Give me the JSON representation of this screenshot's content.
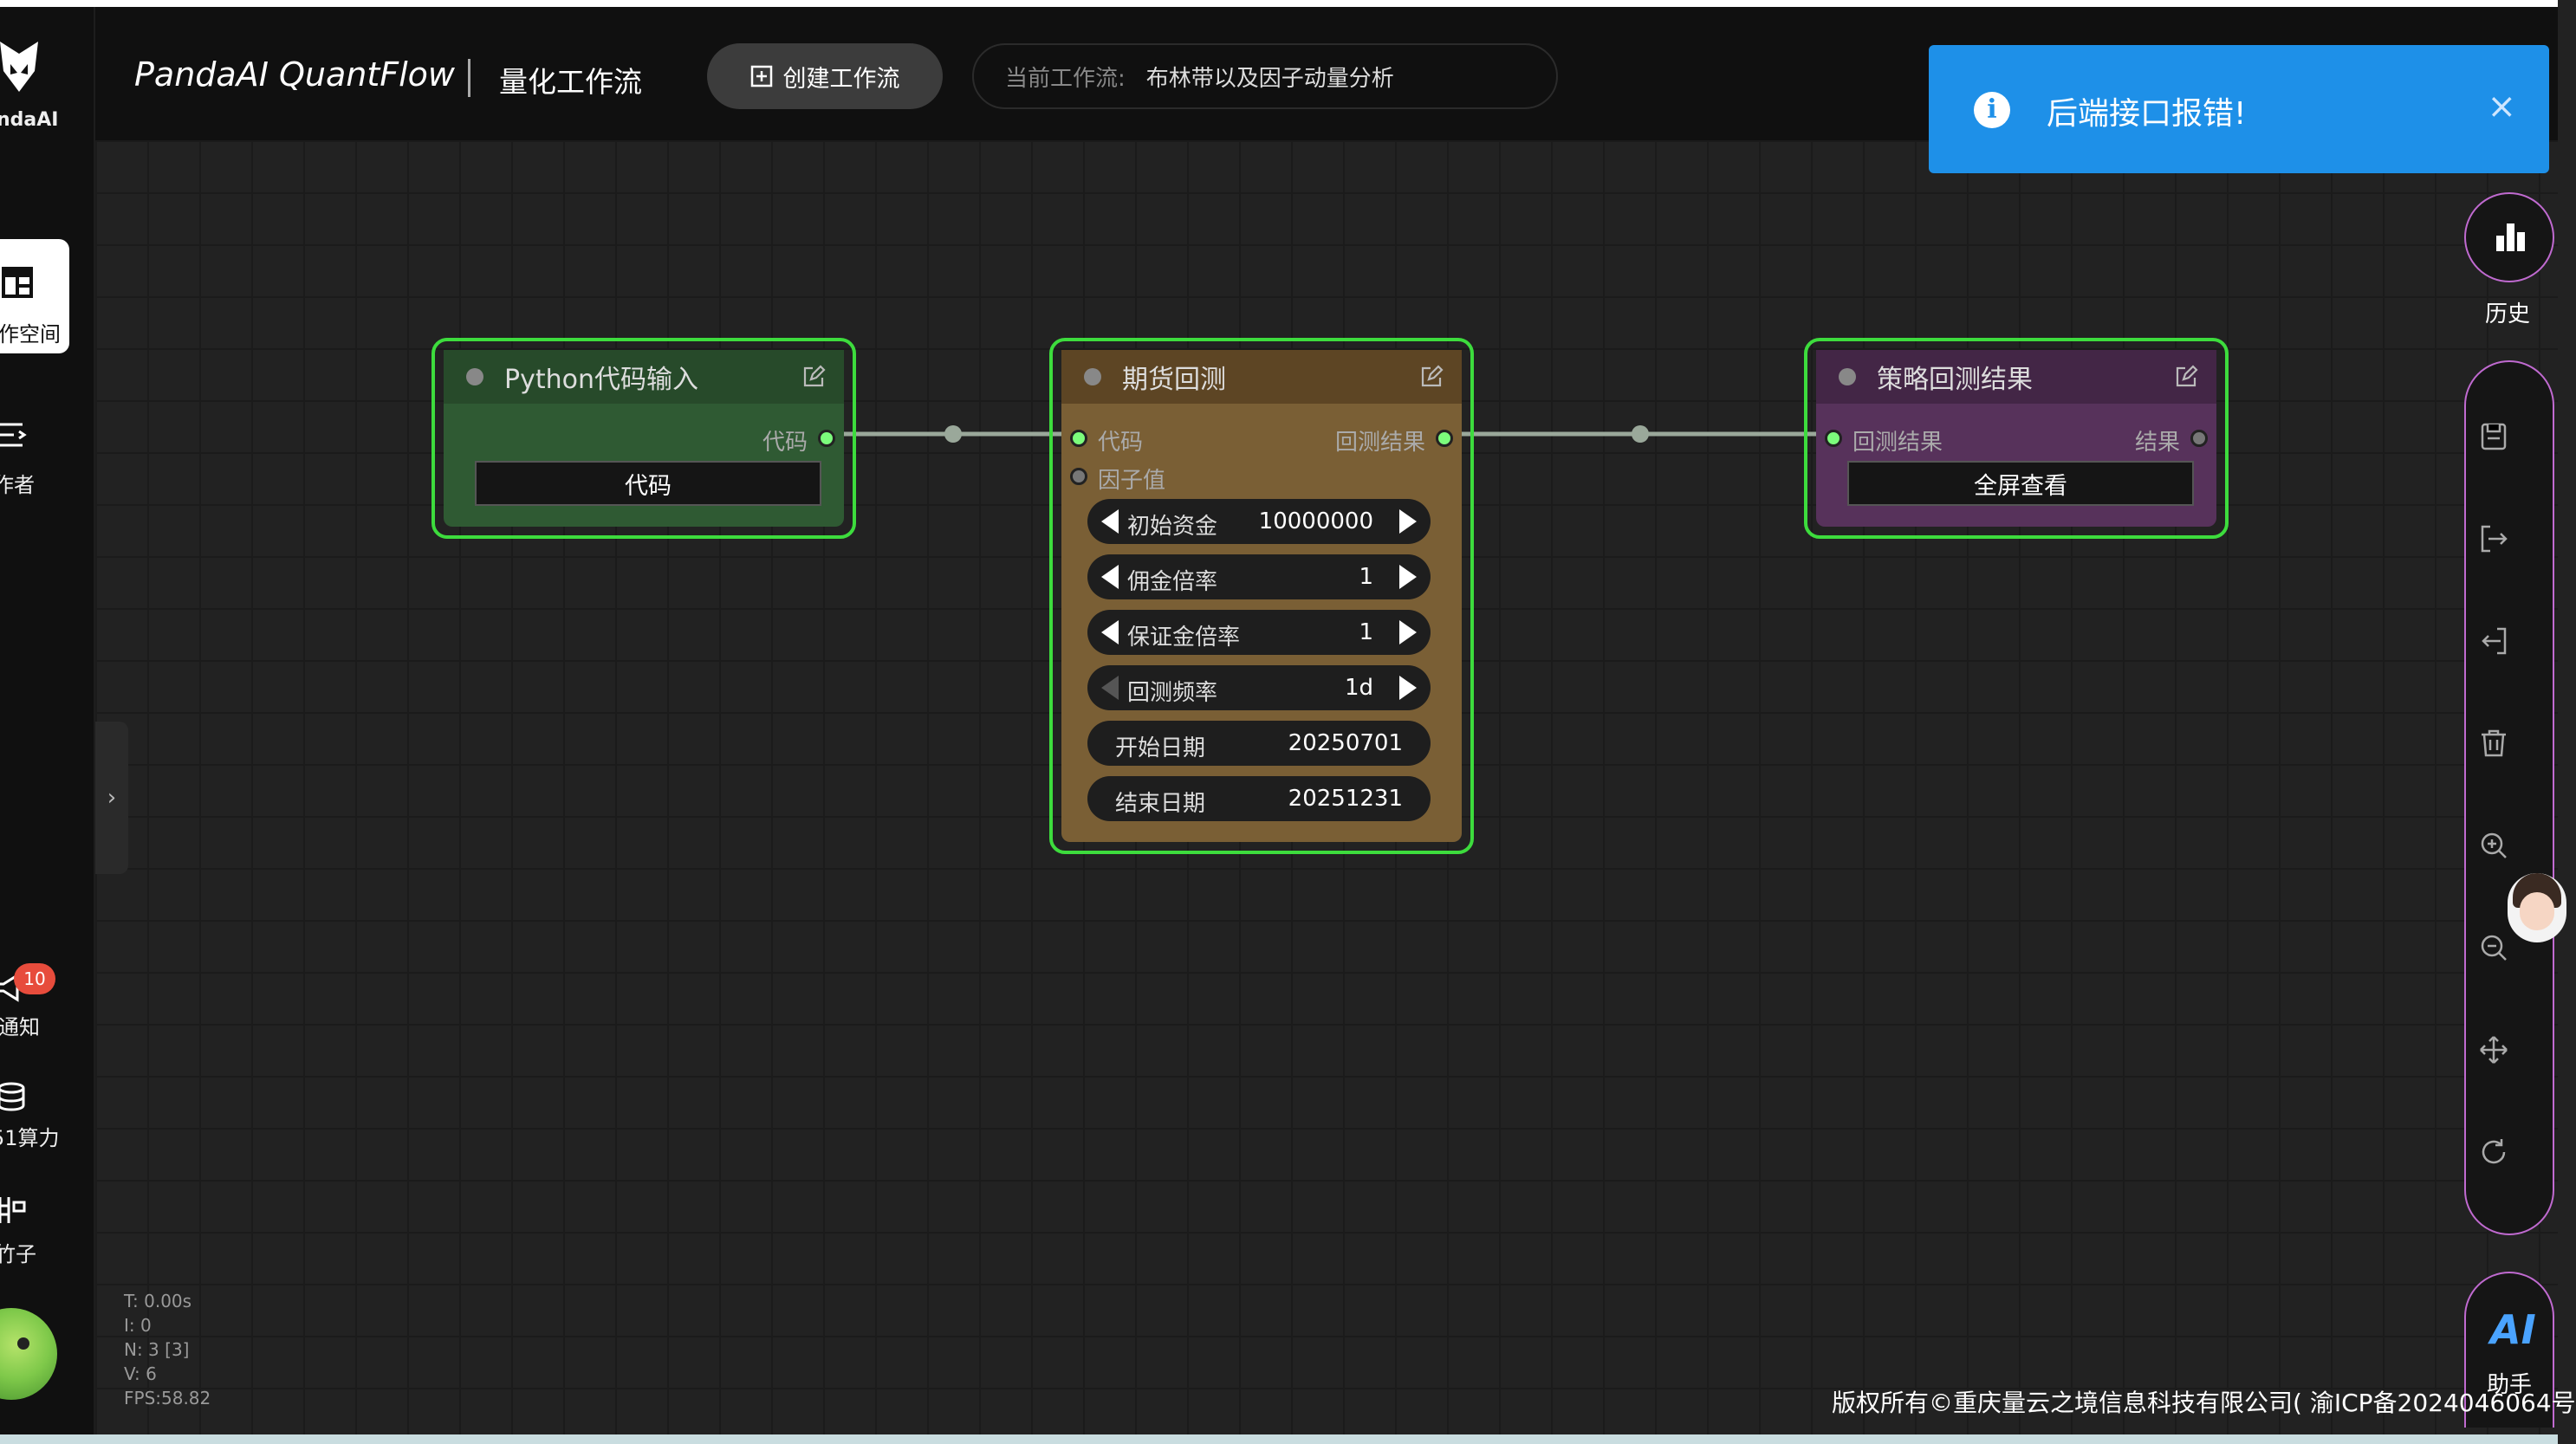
{
  "header": {
    "app_title": "PandaAI QuantFlow",
    "app_subtitle": "量化工作流",
    "create_button": "创建工作流",
    "current_workflow_label": "当前工作流:",
    "current_workflow_name": "布林带以及因子动量分析"
  },
  "sidebar": {
    "logo_text": "ndaAI",
    "items": [
      {
        "label": "作空间",
        "icon": "layout-icon"
      },
      {
        "label": "作者",
        "icon": "list-icon"
      },
      {
        "label": "通知",
        "icon": "megaphone-icon",
        "badge": "10"
      },
      {
        "label": "51算力",
        "icon": "database-icon"
      },
      {
        "label": "竹子",
        "icon": "bamboo-icon"
      }
    ]
  },
  "nodes": {
    "python": {
      "title": "Python代码输入",
      "output_label": "代码",
      "button": "代码",
      "color": "#2f5a33"
    },
    "futures": {
      "title": "期货回测",
      "input_code": "代码",
      "input_factor": "因子值",
      "output_label": "回测结果",
      "color": "#7a5f35",
      "widgets": [
        {
          "label": "初始资金",
          "value": "10000000"
        },
        {
          "label": "佣金倍率",
          "value": "1"
        },
        {
          "label": "保证金倍率",
          "value": "1"
        },
        {
          "label": "回测频率",
          "value": "1d"
        },
        {
          "label": "开始日期",
          "value": "20250701"
        },
        {
          "label": "结束日期",
          "value": "20251231"
        }
      ]
    },
    "result": {
      "title": "策略回测结果",
      "input_label": "回测结果",
      "output_label": "结果",
      "button": "全屏查看",
      "color": "#57325b"
    }
  },
  "stats": {
    "t": "T: 0.00s",
    "i": "I: 0",
    "n": "N: 3 [3]",
    "v": "V: 6",
    "fps": "FPS:58.82"
  },
  "right_toolbar": {
    "history_label": "历史",
    "ai_text": "AI",
    "ai_label": "助手",
    "tools": [
      "save-icon",
      "export-icon",
      "import-icon",
      "trash-icon",
      "zoom-in-icon",
      "zoom-out-icon",
      "move-icon",
      "refresh-icon"
    ]
  },
  "toast": {
    "message": "后端接口报错!",
    "close": "×",
    "info": "i"
  },
  "footer": {
    "copyright": "版权所有©重庆量云之境信息科技有限公司( 渝ICP备2024046064号"
  }
}
